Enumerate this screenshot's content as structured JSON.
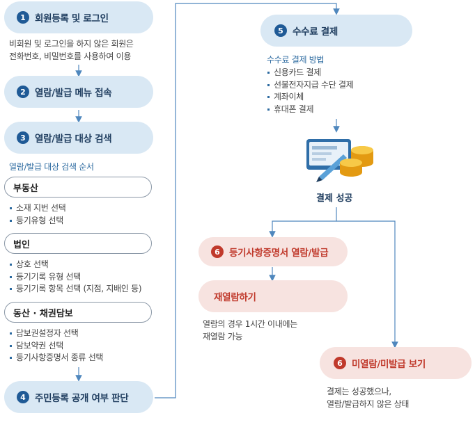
{
  "left": {
    "step1": {
      "num": "1",
      "label": "회원등록 및 로그인"
    },
    "step1_desc": [
      "비회원 및 로그인을 하지 않은 회원은",
      "전화번호, 비밀번호를 사용하여 이용"
    ],
    "step2": {
      "num": "2",
      "label": "열람/발급 메뉴 접속"
    },
    "step3": {
      "num": "3",
      "label": "열람/발급 대상 검색"
    },
    "search_order_title": "열람/발급 대상 검색 순서",
    "group_realestate": {
      "label": "부동산",
      "items": [
        "소재 지번 선택",
        "등기유형 선택"
      ]
    },
    "group_corp": {
      "label": "법인",
      "items": [
        "상호 선택",
        "등기기록 유형 선택",
        "등기기록 항목 선택 (지점, 지배인 등)"
      ]
    },
    "group_movable": {
      "label": "동산 · 채권담보",
      "items": [
        "담보권설정자 선택",
        "담보약권 선택",
        "등기사항증명서 종류 선택"
      ]
    },
    "step4": {
      "num": "4",
      "label": "주민등록 공개 여부 판단"
    }
  },
  "right": {
    "step5": {
      "num": "5",
      "label": "수수료 결제"
    },
    "pay_title": "수수료 결제 방법",
    "pay_methods": [
      "신용카드 결제",
      "선불전자지급 수단 결제",
      "계좌이체",
      "휴대폰 결제"
    ],
    "success_label": "결제 성공",
    "step6a": {
      "num": "6",
      "label": "등기사항증명서 열람/발급"
    },
    "reread": {
      "label": "재열람하기"
    },
    "reread_desc": [
      "열람의 경우 1시간 이내에는",
      "재열람 가능"
    ],
    "step6b": {
      "num": "6",
      "label": "미열람/미발급 보기"
    },
    "step6b_desc": [
      "결제는 성공했으나,",
      "열람/발급하지 않은 상태"
    ]
  }
}
